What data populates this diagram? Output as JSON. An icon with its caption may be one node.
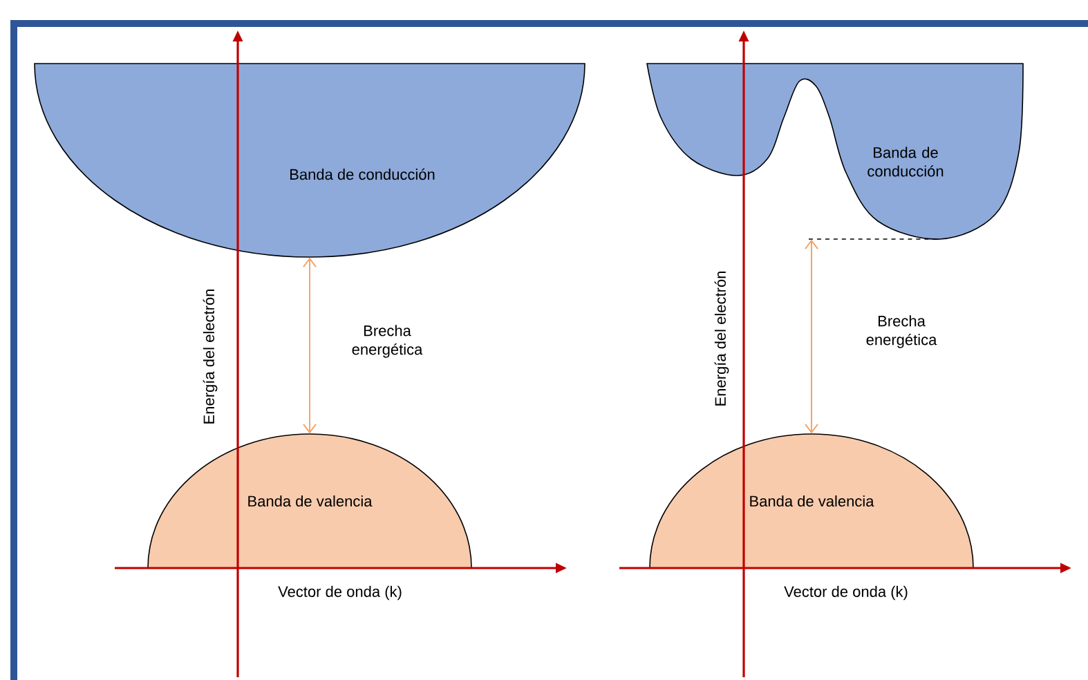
{
  "diagram": {
    "nodes": [
      {
        "text": [
          "Banda de conducción"
        ]
      },
      {
        "text": [
          "Banda de valencia"
        ]
      },
      {
        "text": [
          "Banda de conducción"
        ]
      },
      {
        "text": [
          "Banda de valencia"
        ]
      }
    ],
    "edges": [
      {
        "from": 0,
        "to": 1,
        "arrow": "both",
        "label": "Brecha energética"
      },
      {
        "from": 3,
        "to": 2,
        "arrow": "both",
        "label": "Brecha energética"
      }
    ],
    "labels": [
      "Energía del electrón",
      "Vector de onda (k)",
      "Energía del electrón",
      "Vector de onda (k)"
    ]
  }
}
